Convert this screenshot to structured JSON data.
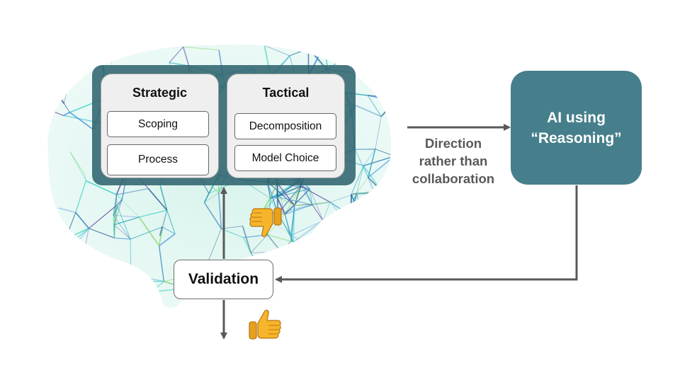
{
  "human": {
    "strategic": {
      "title": "Strategic",
      "items": [
        "Scoping",
        "Process"
      ]
    },
    "tactical": {
      "title": "Tactical",
      "items": [
        "Decomposition",
        "Model Choice"
      ]
    }
  },
  "ai": {
    "line1": "AI using",
    "line2": "“Reasoning”"
  },
  "direction": {
    "line1": "Direction",
    "line2": "rather than",
    "line3": "collaboration"
  },
  "validation": {
    "label": "Validation"
  },
  "icons": {
    "brain": "brain-network-icon",
    "thumbs_down": "thumbs-down-icon",
    "thumbs_up": "thumbs-up-icon"
  },
  "colors": {
    "panel": "#306470",
    "ai_box": "#467f8b",
    "arrow": "#595959",
    "card": "#efefef",
    "thumb": "#f7b52b"
  }
}
